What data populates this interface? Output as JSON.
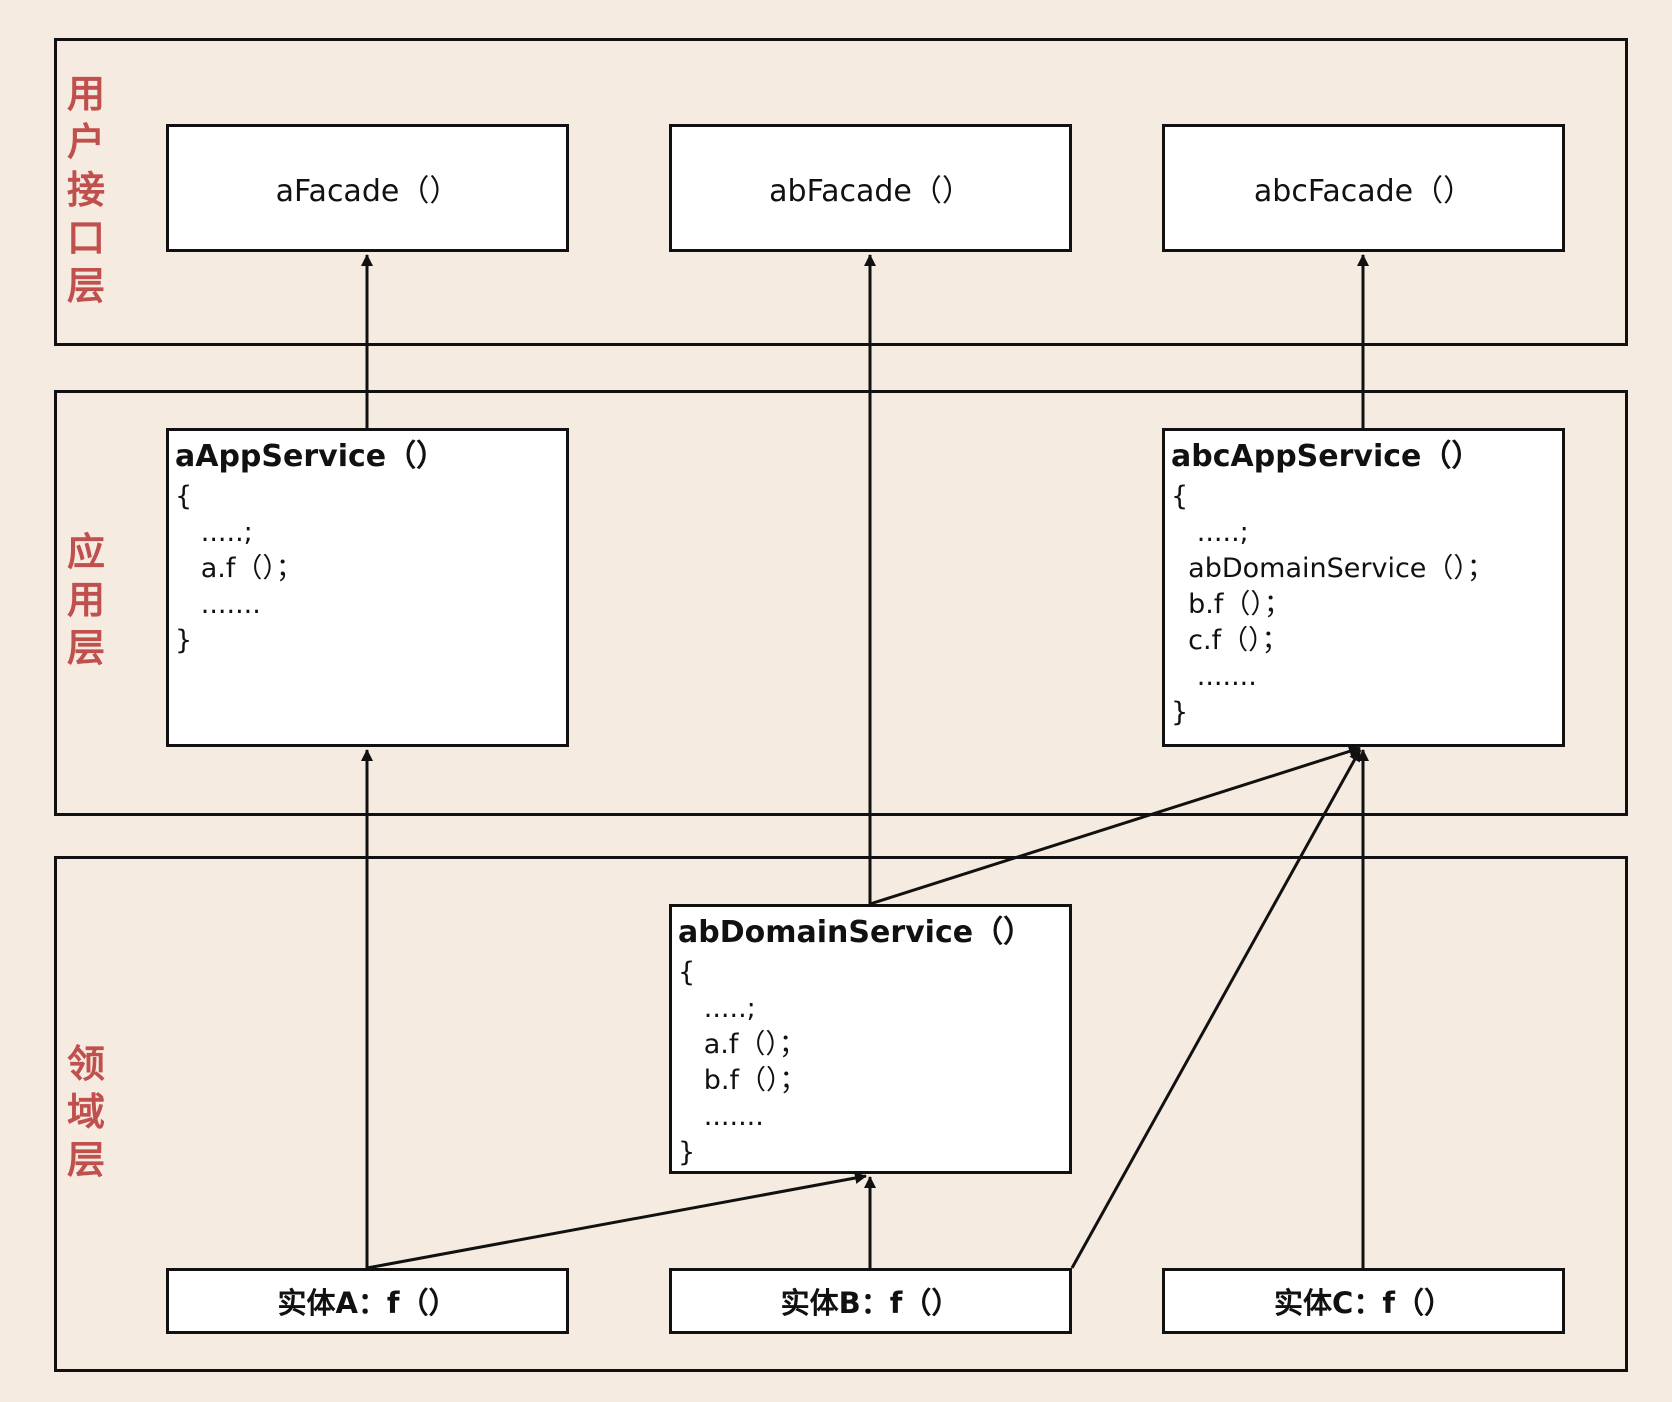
{
  "layers": {
    "ui": {
      "label": [
        "用",
        "户",
        "接",
        "口",
        "层"
      ]
    },
    "app": {
      "label": [
        "应",
        "用",
        "层"
      ]
    },
    "domain": {
      "label": [
        "领",
        "域",
        "层"
      ]
    }
  },
  "facades": {
    "a": "aFacade（）",
    "ab": "abFacade（）",
    "abc": "abcFacade（）"
  },
  "app_services": {
    "a": {
      "title": "aAppService（）",
      "lines": [
        "{",
        "   .....;",
        "   a.f（）；",
        "   .......",
        "}"
      ]
    },
    "abc": {
      "title": "abcAppService（）",
      "lines": [
        "{",
        "   .....;",
        "  abDomainService（）；",
        "  b.f（）；",
        "  c.f（）；",
        "   .......",
        "}"
      ]
    }
  },
  "domain_services": {
    "ab": {
      "title": "abDomainService（）",
      "lines": [
        "{",
        "   .....;",
        "   a.f（）；",
        "   b.f（）；",
        "   .......",
        "}"
      ]
    }
  },
  "entities": {
    "a": "实体A：f（）",
    "b": "实体B：f（）",
    "c": "实体C：f（）"
  },
  "colors": {
    "background": "#f6ebe0",
    "layer_label": "#c0504d",
    "line": "#111111"
  }
}
